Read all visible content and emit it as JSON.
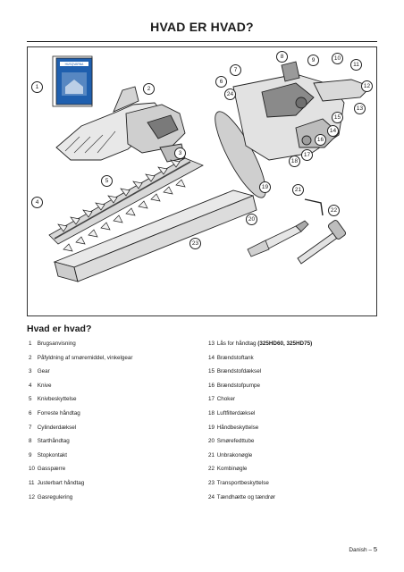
{
  "header": {
    "title": "HVAD ER HVAD?"
  },
  "figure": {
    "manual_logo": "HUSQVARNA",
    "callouts": [
      "1",
      "2",
      "3",
      "4",
      "5",
      "6",
      "7",
      "8",
      "9",
      "10",
      "11",
      "12",
      "13",
      "14",
      "15",
      "16",
      "17",
      "18",
      "19",
      "20",
      "21",
      "22",
      "23",
      "24"
    ]
  },
  "section": {
    "heading": "Hvad er hvad?"
  },
  "parts_left": [
    {
      "num": "1",
      "label": "Brugsanvisning"
    },
    {
      "num": "2",
      "label": "Påfyldning af smøremiddel, vinkelgear"
    },
    {
      "num": "3",
      "label": "Gear"
    },
    {
      "num": "4",
      "label": "Knive"
    },
    {
      "num": "5",
      "label": "Knivbeskyttelse"
    },
    {
      "num": "6",
      "label": "Forreste håndtag"
    },
    {
      "num": "7",
      "label": "Cylinderdæksel"
    },
    {
      "num": "8",
      "label": "Starthåndtag"
    },
    {
      "num": "9",
      "label": "Stopkontakt"
    },
    {
      "num": "10",
      "label": "Gasspærre"
    },
    {
      "num": "11",
      "label": "Justerbart håndtag"
    },
    {
      "num": "12",
      "label": "Gasregulering"
    }
  ],
  "parts_right": [
    {
      "num": "13",
      "label": "Lås for håndtag",
      "note": "(325HD60, 325HD75)"
    },
    {
      "num": "14",
      "label": "Brændstoftank"
    },
    {
      "num": "15",
      "label": "Brændstofdæksel"
    },
    {
      "num": "16",
      "label": "Brændstofpumpe"
    },
    {
      "num": "17",
      "label": "Choker"
    },
    {
      "num": "18",
      "label": "Luftfilterdæksel"
    },
    {
      "num": "19",
      "label": "Håndbeskyttelse"
    },
    {
      "num": "20",
      "label": "Smørefedttube"
    },
    {
      "num": "21",
      "label": "Unbrakonøgle"
    },
    {
      "num": "22",
      "label": "Kombinøgle"
    },
    {
      "num": "23",
      "label": "Transportbeskyttelse"
    },
    {
      "num": "24",
      "label": "Tændhætte og tændrør"
    }
  ],
  "footer": {
    "language": "Danish",
    "dash": "–",
    "page_number": "5"
  }
}
